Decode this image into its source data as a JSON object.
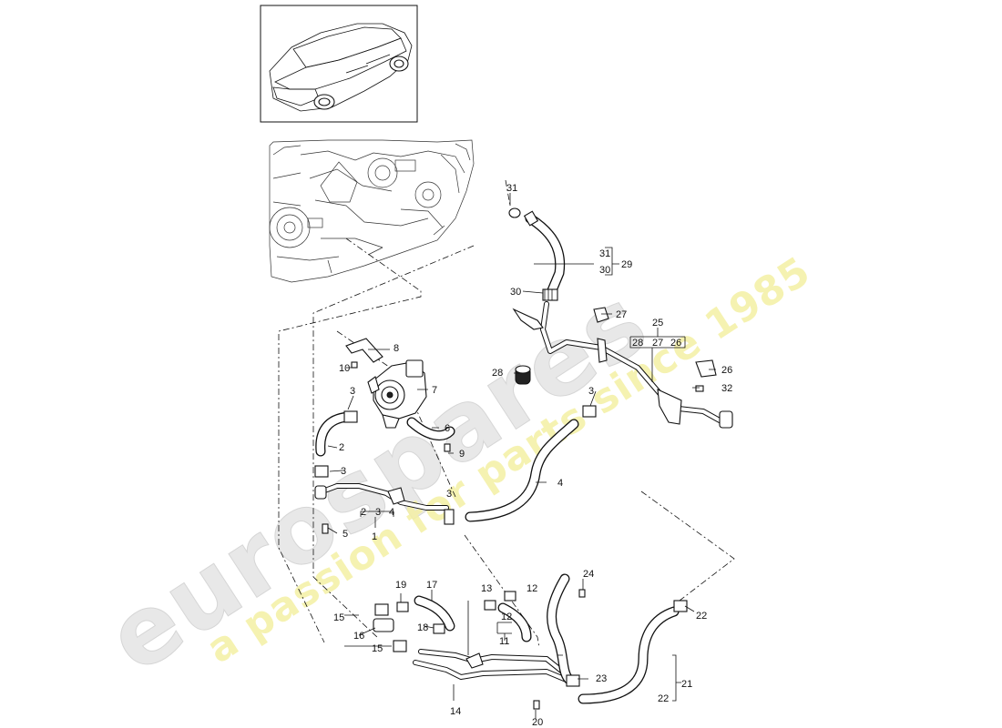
{
  "watermark": {
    "brand": "eurospares",
    "tagline": "a passion for parts since 1985"
  },
  "callouts": [
    {
      "id": "c1",
      "text": "1"
    },
    {
      "id": "c2",
      "text": "2"
    },
    {
      "id": "c2b",
      "text": "2"
    },
    {
      "id": "c3a",
      "text": "3"
    },
    {
      "id": "c3b",
      "text": "3"
    },
    {
      "id": "c3c",
      "text": "3"
    },
    {
      "id": "c3d",
      "text": "3"
    },
    {
      "id": "c3e",
      "text": "3"
    },
    {
      "id": "c4",
      "text": "4"
    },
    {
      "id": "c4b",
      "text": "4"
    },
    {
      "id": "c5",
      "text": "5"
    },
    {
      "id": "c6",
      "text": "6"
    },
    {
      "id": "c7",
      "text": "7"
    },
    {
      "id": "c8",
      "text": "8"
    },
    {
      "id": "c9",
      "text": "9"
    },
    {
      "id": "c10",
      "text": "10"
    },
    {
      "id": "c11",
      "text": "11"
    },
    {
      "id": "c12a",
      "text": "12"
    },
    {
      "id": "c12b",
      "text": "12"
    },
    {
      "id": "c13",
      "text": "13"
    },
    {
      "id": "c14",
      "text": "14"
    },
    {
      "id": "c15a",
      "text": "15"
    },
    {
      "id": "c15b",
      "text": "15"
    },
    {
      "id": "c16",
      "text": "16"
    },
    {
      "id": "c17",
      "text": "17"
    },
    {
      "id": "c18",
      "text": "18"
    },
    {
      "id": "c19",
      "text": "19"
    },
    {
      "id": "c20",
      "text": "20"
    },
    {
      "id": "c21",
      "text": "21"
    },
    {
      "id": "c22a",
      "text": "22"
    },
    {
      "id": "c22b",
      "text": "22"
    },
    {
      "id": "c23",
      "text": "23"
    },
    {
      "id": "c24",
      "text": "24"
    },
    {
      "id": "c25",
      "text": "25"
    },
    {
      "id": "c26a",
      "text": "26"
    },
    {
      "id": "c26b",
      "text": "26"
    },
    {
      "id": "c27a",
      "text": "27"
    },
    {
      "id": "c27b",
      "text": "27"
    },
    {
      "id": "c28a",
      "text": "28"
    },
    {
      "id": "c28b",
      "text": "28"
    },
    {
      "id": "c29",
      "text": "29"
    },
    {
      "id": "c30a",
      "text": "30"
    },
    {
      "id": "c30b",
      "text": "30"
    },
    {
      "id": "c31a",
      "text": "31"
    },
    {
      "id": "c31b",
      "text": "31"
    },
    {
      "id": "c32",
      "text": "32"
    }
  ]
}
